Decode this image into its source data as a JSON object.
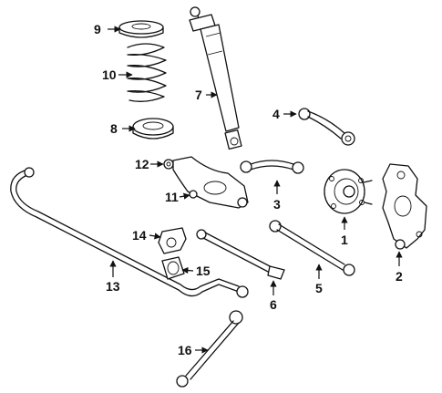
{
  "callouts": {
    "c1": "1",
    "c2": "2",
    "c3": "3",
    "c4": "4",
    "c5": "5",
    "c6": "6",
    "c7": "7",
    "c8": "8",
    "c9": "9",
    "c10": "10",
    "c11": "11",
    "c12": "12",
    "c13": "13",
    "c14": "14",
    "c15": "15",
    "c16": "16"
  },
  "colors": {
    "line": "#111111",
    "background": "#ffffff"
  }
}
